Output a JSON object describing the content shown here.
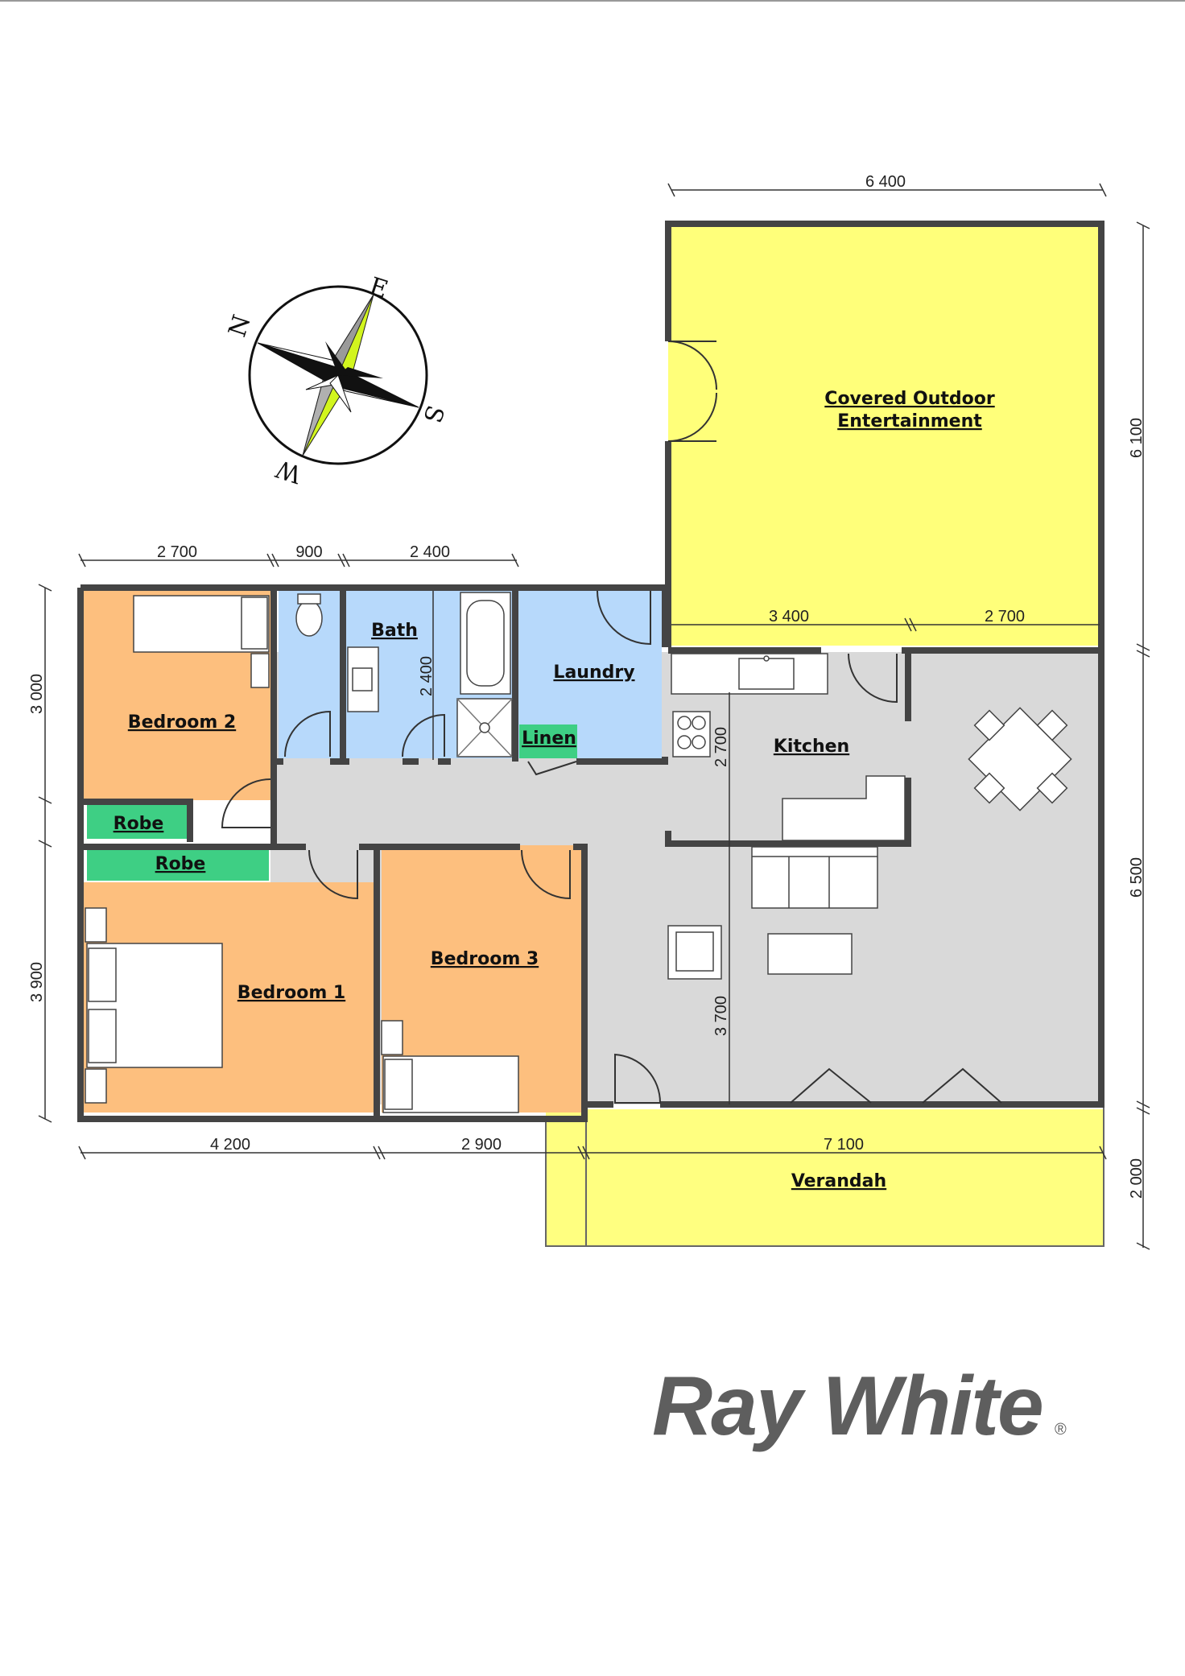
{
  "plan": {
    "rooms": {
      "outdoor_line1": "Covered Outdoor",
      "outdoor_line2": "Entertainment",
      "bedroom2": "Bedroom 2",
      "bath": "Bath",
      "laundry": "Laundry",
      "linen": "Linen",
      "kitchen": "Kitchen",
      "robe_upper": "Robe",
      "robe_lower": "Robe",
      "bedroom1": "Bedroom 1",
      "bedroom3": "Bedroom 3",
      "verandah": "Verandah"
    },
    "dimensions": {
      "top_outdoor_width": "6 400",
      "outdoor_height_right": "6 100",
      "bed2_width": "2 700",
      "wc_width": "900",
      "bath_width": "2 400",
      "bath_depth": "2 400",
      "bed2_height_left": "3 000",
      "bed1_height_left": "3 900",
      "outdoor_bottom_left": "3 400",
      "outdoor_bottom_right": "2 700",
      "kitchen_depth": "2 700",
      "living_depth": "3 700",
      "main_height_right": "6 500",
      "verandah_height_right": "2 000",
      "bottom_bed1": "4 200",
      "bottom_bed3": "2 900",
      "bottom_verandah": "7 100"
    },
    "compass": {
      "north": "N",
      "east": "E",
      "south": "S",
      "west": "W"
    },
    "colors": {
      "outdoor": "#ffff7a",
      "bedroom": "#fdbf7e",
      "wet_area": "#b7d9fb",
      "robe": "#3ecf84",
      "living": "#d9d9d9",
      "verandah": "#ffff80"
    }
  },
  "brand": {
    "name": "Ray White",
    "mark": "®"
  }
}
